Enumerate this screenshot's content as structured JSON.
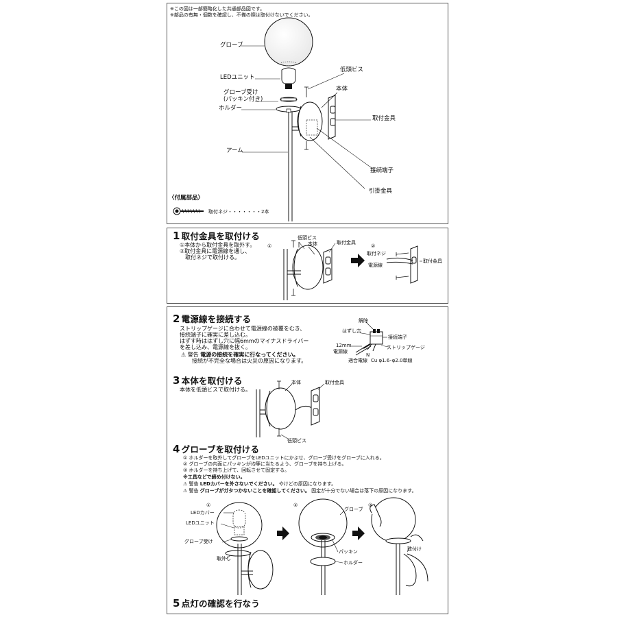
{
  "top": {
    "notes": [
      "※この図は一部簡略化した共通部品図です。",
      "※部品の有無・個数を確認し、不備の際は取付けないでください。"
    ],
    "labels": {
      "globe": "グローブ",
      "led_unit": "LEDユニット",
      "globe_holder_1": "グローブ受け",
      "globe_holder_2": "(パッキン付き)",
      "holder": "ホルダー",
      "arm": "アーム",
      "low_head_screw": "低頭ビス",
      "body": "本体",
      "mount_bracket": "取付金具",
      "connect_terminal": "接続端子",
      "hook_bracket": "引掛金具"
    },
    "accessories": {
      "title": "〈付属部品〉",
      "item": "取付ネジ・・・・・・・2本"
    }
  },
  "step1": {
    "num": "1",
    "title": "取付金具を取付ける",
    "lines": [
      "①本体から取付金具を取外す。",
      "②取付金具に電源線を通し、",
      "　取付ネジで取付ける。"
    ],
    "fig1": {
      "mark": "①",
      "screw": "低頭ビス",
      "body": "本体",
      "bracket": "取付金具"
    },
    "fig2": {
      "mark": "②",
      "screw": "取付ネジ",
      "wire": "電源線",
      "bracket": "取付金具"
    }
  },
  "step2": {
    "num": "2",
    "title": "電源線を接続する",
    "lines": [
      "ストリップゲージに合わせて電源線の被覆をむき、",
      "接続端子に確実に差し込む。",
      "はずす時ははずし穴に幅6mmのマイナスドライバー",
      "を差し込み、電源線を抜く。"
    ],
    "warning_label": "警告",
    "warning_bold": "電源の接続を確実に行なってください。",
    "warning_text": "接続が不完全な場合は火災の原因になります。",
    "fig": {
      "release": "解除",
      "hole": "はずし穴",
      "terminal": "接続端子",
      "mm": "12mm",
      "gauge": "ストリップゲージ",
      "wire": "電源線",
      "n": "N",
      "conductor": "適合電線",
      "spec": "Cu φ1.6･φ2.0単線"
    }
  },
  "step3": {
    "num": "3",
    "title": "本体を取付ける",
    "lines": [
      "本体を低頭ビスで取付ける。"
    ],
    "fig": {
      "body": "本体",
      "bracket": "取付金具",
      "screw": "低頭ビス"
    }
  },
  "step4": {
    "num": "4",
    "title": "グローブを取付ける",
    "lines": [
      "① ホルダーを取外してグローブをLEDユニットにかぶせ、グローブ受けをグローブに入れる。",
      "② グローブの内面にパッキンが均等に当たるよう、グローブを持ち上げる。",
      "③ ホルダーを持ち上げて、回転させて固定する。"
    ],
    "note": "※工具などで締め付けない。",
    "warnings": [
      {
        "label": "警告",
        "bold": "LEDカバーを外さないでください。",
        "text": "やけどの原因になります。"
      },
      {
        "label": "警告",
        "bold": "グローブがガタつかないことを確認してください。",
        "text": "固定が十分でない場合は落下の原因になります。"
      }
    ],
    "fig1": {
      "mark": "①",
      "led_cover": "LEDカバー",
      "led_unit": "LEDユニット",
      "globe_holder": "グローブ受け",
      "remove": "取外し"
    },
    "fig2": {
      "mark": "②",
      "globe": "グローブ",
      "packing": "パッキン",
      "holder": "ホルダー"
    },
    "fig3": {
      "mark": "③",
      "attach": "取付け"
    }
  },
  "step5": {
    "num": "5",
    "title": "点灯の確認を行なう"
  },
  "colors": {
    "line": "#111111",
    "border": "#555555",
    "fill_grey": "#d8d8d8"
  }
}
